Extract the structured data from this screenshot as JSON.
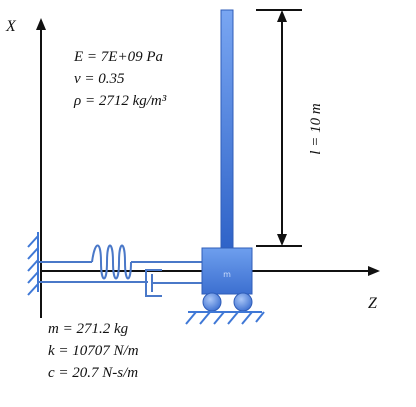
{
  "axes": {
    "x_label": "X",
    "z_label": "Z"
  },
  "material": {
    "E": "E =  7E+09 Pa",
    "nu": "v =  0.35",
    "rho": "ρ =  2712 kg/m³"
  },
  "dimension": {
    "length": "l = 10 m"
  },
  "base": {
    "m": "m = 271.2 kg",
    "k": "k = 10707 N/m",
    "c": "c = 20.7 N-s/m"
  },
  "colors": {
    "beam_dark": "#2f63c8",
    "beam_light": "#79a6f2",
    "cart": "#5b8fe3",
    "wheel": "#4f82dc",
    "spring": "#4a78c8",
    "ground_hatch": "#3f78d6",
    "axis": "#111111"
  }
}
